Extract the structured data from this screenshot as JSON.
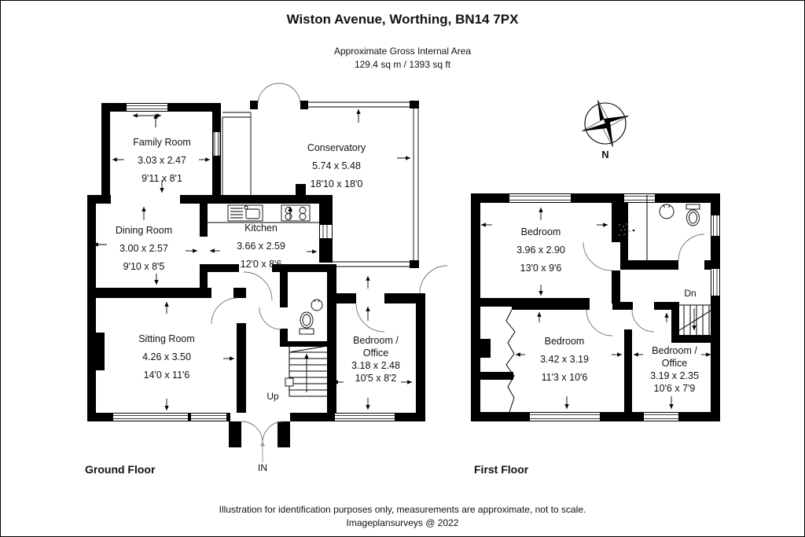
{
  "page": {
    "title": "Wiston Avenue, Worthing, BN14 7PX",
    "area_label": "Approximate Gross Internal Area",
    "area_value": "129.4 sq m / 1393 sq ft",
    "footer_line1": "Illustration for identification purposes only, measurements are approximate, not to scale.",
    "footer_line2": "Imageplansurveys @ 2022",
    "compass_label": "N"
  },
  "ground_floor": {
    "label": "Ground Floor",
    "entrance_label": "IN",
    "stairs_label": "Up",
    "rooms": {
      "family_room": {
        "name": "Family Room",
        "metric": "3.03 x 2.47",
        "imperial": "9'11 x 8'1"
      },
      "conservatory": {
        "name": "Conservatory",
        "metric": "5.74 x 5.48",
        "imperial": "18'10 x 18'0"
      },
      "dining_room": {
        "name": "Dining Room",
        "metric": "3.00 x 2.57",
        "imperial": "9'10 x 8'5"
      },
      "kitchen": {
        "name": "Kitchen",
        "metric": "3.66 x 2.59",
        "imperial": "12'0 x 8'6"
      },
      "sitting_room": {
        "name": "Sitting Room",
        "metric": "4.26 x 3.50",
        "imperial": "14'0 x 11'6"
      },
      "bedroom_office": {
        "name_line1": "Bedroom /",
        "name_line2": "Office",
        "metric": "3.18 x 2.48",
        "imperial": "10'5 x 8'2"
      }
    }
  },
  "first_floor": {
    "label": "First Floor",
    "stairs_label": "Dn",
    "rooms": {
      "bedroom_1": {
        "name": "Bedroom",
        "metric": "3.96 x 2.90",
        "imperial": "13'0 x 9'6"
      },
      "bedroom_2": {
        "name": "Bedroom",
        "metric": "3.42 x 3.19",
        "imperial": "11'3 x 10'6"
      },
      "bedroom_office": {
        "name_line1": "Bedroom /",
        "name_line2": "Office",
        "metric": "3.19 x 2.35",
        "imperial": "10'6 x 7'9"
      }
    }
  }
}
